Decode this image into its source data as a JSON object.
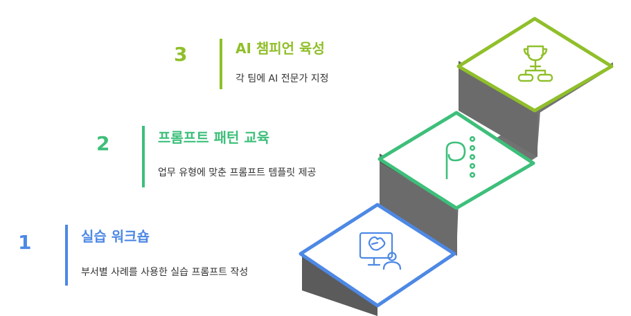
{
  "steps": [
    {
      "number": "1",
      "title": "실습 워크숍",
      "description": "부서별 사례를 사용한 실습 프롬프트 작성",
      "color": "#4d88e5",
      "icon": "presentation-icon"
    },
    {
      "number": "2",
      "title": "프롬프트 패턴 교육",
      "description": "업무 유형에 맞춘 프롬프트 템플릿 제공",
      "color": "#3dbf7a",
      "icon": "pattern-icon"
    },
    {
      "number": "3",
      "title": "AI 챔피언 육성",
      "description": "각 팀에 AI 전문가 지정",
      "color": "#90bf2a",
      "icon": "trophy-icon"
    }
  ],
  "colors": {
    "side_dark": "#5a5a5a",
    "side_light": "#707070",
    "top_face": "#ffffff"
  }
}
